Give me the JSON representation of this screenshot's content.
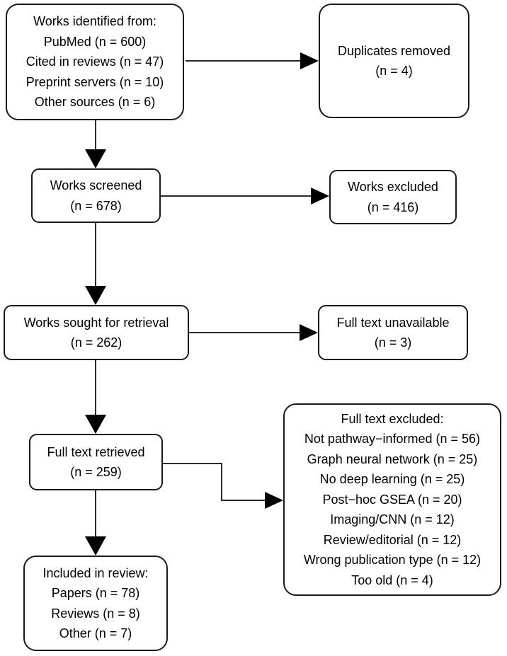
{
  "diagram_title": "Systematic review study selection flow diagram",
  "colors": {
    "box_border": "#1a1a1a",
    "connector": "#2a2a2a",
    "arrowhead_fill": "#000000",
    "background": "#ffffff",
    "text": "#000000"
  },
  "boxes": {
    "identified": {
      "lines": [
        "Works identified from:",
        "PubMed (n = 600)",
        "Cited in reviews (n = 47)",
        "Preprint servers (n = 10)",
        "Other sources (n = 6)"
      ]
    },
    "duplicates_removed": {
      "lines": [
        "Duplicates removed",
        "(n = 4)"
      ]
    },
    "screened": {
      "lines": [
        "Works screened",
        "(n = 678)"
      ]
    },
    "works_excluded": {
      "lines": [
        "Works excluded",
        "(n = 416)"
      ]
    },
    "sought": {
      "lines": [
        "Works sought for retrieval",
        "(n = 262)"
      ]
    },
    "unavailable": {
      "lines": [
        "Full text unavailable",
        "(n = 3)"
      ]
    },
    "retrieved": {
      "lines": [
        "Full text retrieved",
        "(n = 259)"
      ]
    },
    "fulltext_excluded": {
      "lines": [
        "Full text excluded:",
        "Not pathway−informed (n = 56)",
        "Graph neural network (n = 25)",
        "No deep learning (n = 25)",
        "Post−hoc GSEA (n = 20)",
        "Imaging/CNN (n = 12)",
        "Review/editorial (n = 12)",
        "Wrong publication type (n = 12)",
        "Too old (n = 4)"
      ]
    },
    "included": {
      "lines": [
        "Included in review:",
        "Papers (n = 78)",
        "Reviews (n = 8)",
        "Other (n = 7)"
      ]
    }
  }
}
